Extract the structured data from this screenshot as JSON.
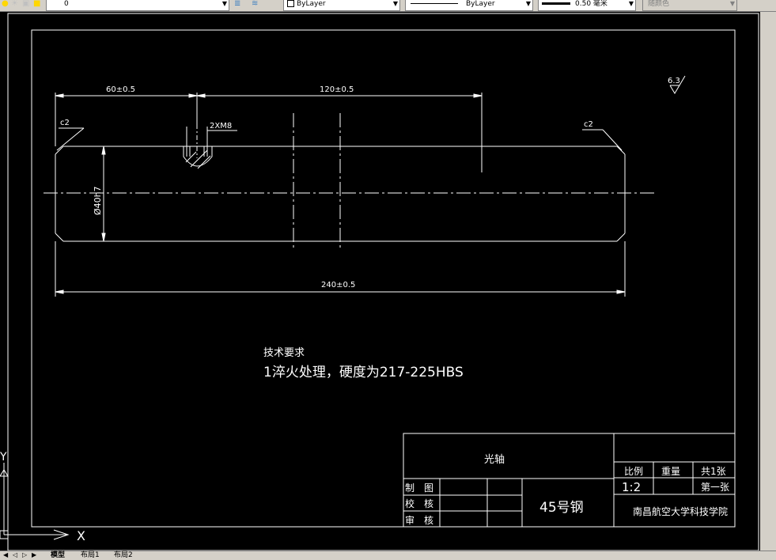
{
  "toolbar": {
    "layer_value": "0",
    "color_value": "ByLayer",
    "linetype_value": "ByLayer",
    "lineweight_value": "0.50 毫米",
    "plotstyle_value": "随颜色"
  },
  "drawing": {
    "dim_left": "60±0.5",
    "dim_mid": "120±0.5",
    "dim_total": "240±0.5",
    "dim_diameter": "Ø40h7",
    "thread_note": "2XM8",
    "chamfer_left": "c2",
    "chamfer_right": "c2",
    "roughness": "6.3",
    "tech_heading": "技术要求",
    "tech_line1": "1淬火处理，硬度为217-225HBS"
  },
  "title_block": {
    "part_name": "光轴",
    "material": "45号钢",
    "scale_label": "比例",
    "scale_value": "1:2",
    "weight_label": "重量",
    "sheets_total": "共1张",
    "sheet_no": "第一张",
    "draw_label": "制　图",
    "check_label": "校　核",
    "approve_label": "审　核",
    "school": "南昌航空大学科技学院"
  },
  "ucs": {
    "x_label": "X",
    "y_label": "Y"
  },
  "tabs": {
    "model": "模型",
    "layout1": "布局1",
    "layout2": "布局2"
  }
}
